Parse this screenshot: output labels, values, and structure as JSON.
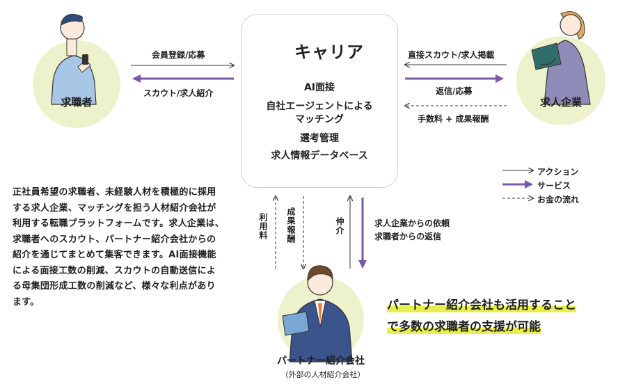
{
  "job_seeker": {
    "label": "求職者"
  },
  "company": {
    "label": "求人企業"
  },
  "partner": {
    "label": "パートナー紹介会社",
    "sublabel": "（外部の人材紹介会社）"
  },
  "platform": {
    "logo_text": "キャリア",
    "features": [
      "AI面接",
      "自社エージェントによる",
      "マッチング",
      "選考管理",
      "求人情報データベース"
    ]
  },
  "flows": {
    "seeker_to_platform": "会員登録/応募",
    "platform_to_seeker": "スカウト/求人紹介",
    "company_to_platform": "直接スカウト/求人掲載",
    "platform_to_company": "返信/応募",
    "company_money": "手数料 + 成果報酬",
    "partner_usage_fee": "利用料",
    "platform_success_fee": "成果報酬",
    "partner_mediation": "仲介",
    "platform_to_partner_1": "求人企業からの依頼",
    "platform_to_partner_2": "求職者からの返信"
  },
  "legend": {
    "action": "アクション",
    "service": "サービス",
    "money": "お金の流れ"
  },
  "description": "正社員希望の求職者、未経験人材を積極的に採用する求人企業、マッチングを担う人材紹介会社が利用する転職プラットフォームです。求人企業は、求職者へのスカウト、パートナー紹介会社からの紹介を通じてまとめて集客できます。AI面接機能による面接工数の削減、スカウトの自動送信による母集団形成工数の削減など、様々な利点があります。",
  "highlight": {
    "line1": "パートナー紹介会社も活用すること",
    "line2": "で多数の求職者の支援が可能"
  },
  "colors": {
    "service_arrow": "#7b55a8",
    "circle_bg": "#eef2cc",
    "logo_green": "#2e8a67"
  }
}
